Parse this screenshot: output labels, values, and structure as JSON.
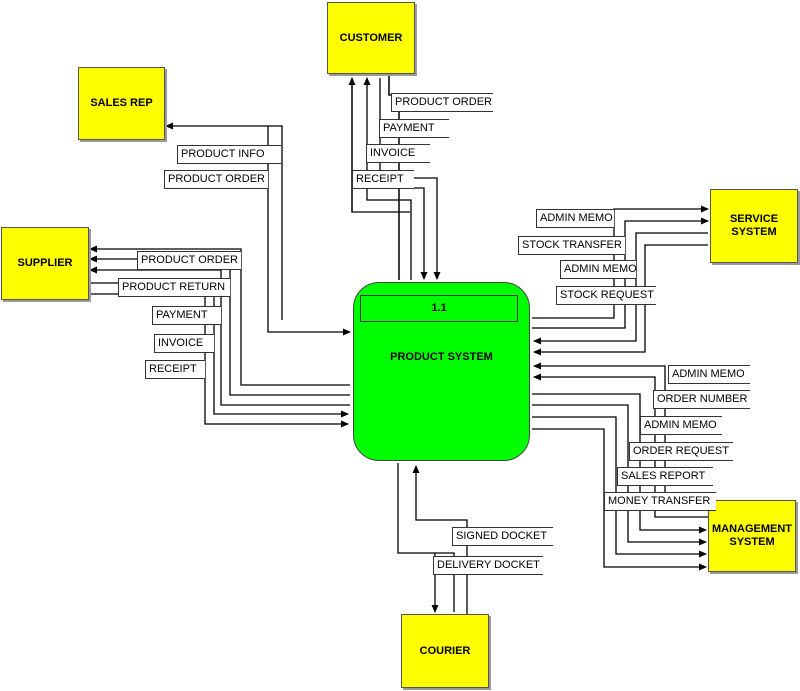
{
  "process": {
    "id": "1.1",
    "name": "PRODUCT SYSTEM"
  },
  "entities": {
    "customer": "CUSTOMER",
    "sales_rep": "SALES REP",
    "supplier": "SUPPLIER",
    "service_system": [
      "SERVICE",
      "SYSTEM"
    ],
    "management_system": [
      "MANAGEMENT",
      "SYSTEM"
    ],
    "courier": "COURIER"
  },
  "flows": {
    "customer": [
      "PRODUCT ORDER",
      "PAYMENT",
      "INVOICE",
      "RECEIPT"
    ],
    "sales_rep": [
      "PRODUCT INFO",
      "PRODUCT ORDER"
    ],
    "supplier": [
      "PRODUCT ORDER",
      "PRODUCT RETURN",
      "PAYMENT",
      "INVOICE",
      "RECEIPT"
    ],
    "service_system": [
      "ADMIN MEMO",
      "STOCK TRANSFER",
      "ADMIN MEMO",
      "STOCK REQUEST"
    ],
    "management_system": [
      "ADMIN MEMO",
      "ORDER NUMBER",
      "ADMIN MEMO",
      "ORDER REQUEST",
      "SALES REPORT",
      "MONEY TRANSFER"
    ],
    "courier": [
      "SIGNED DOCKET",
      "DELIVERY DOCKET"
    ]
  },
  "colors": {
    "entity": "#ffff00",
    "process": "#00ff00",
    "line": "#000000"
  }
}
